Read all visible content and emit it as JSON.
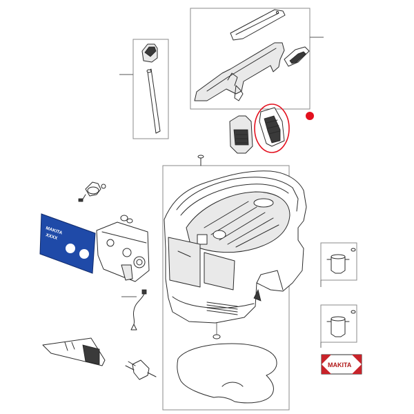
{
  "colors": {
    "highlight": "#e3101e",
    "panel_blue": "#1f4aa8",
    "stripe_red": "#c8232a",
    "outline": "#2a2a2a"
  },
  "panel_label": {
    "line1": "MAKITA",
    "line2": "XXXX"
  },
  "brand_label": "MAKITA",
  "callout": {
    "marker": "red-dot",
    "target": "filter-cover"
  }
}
